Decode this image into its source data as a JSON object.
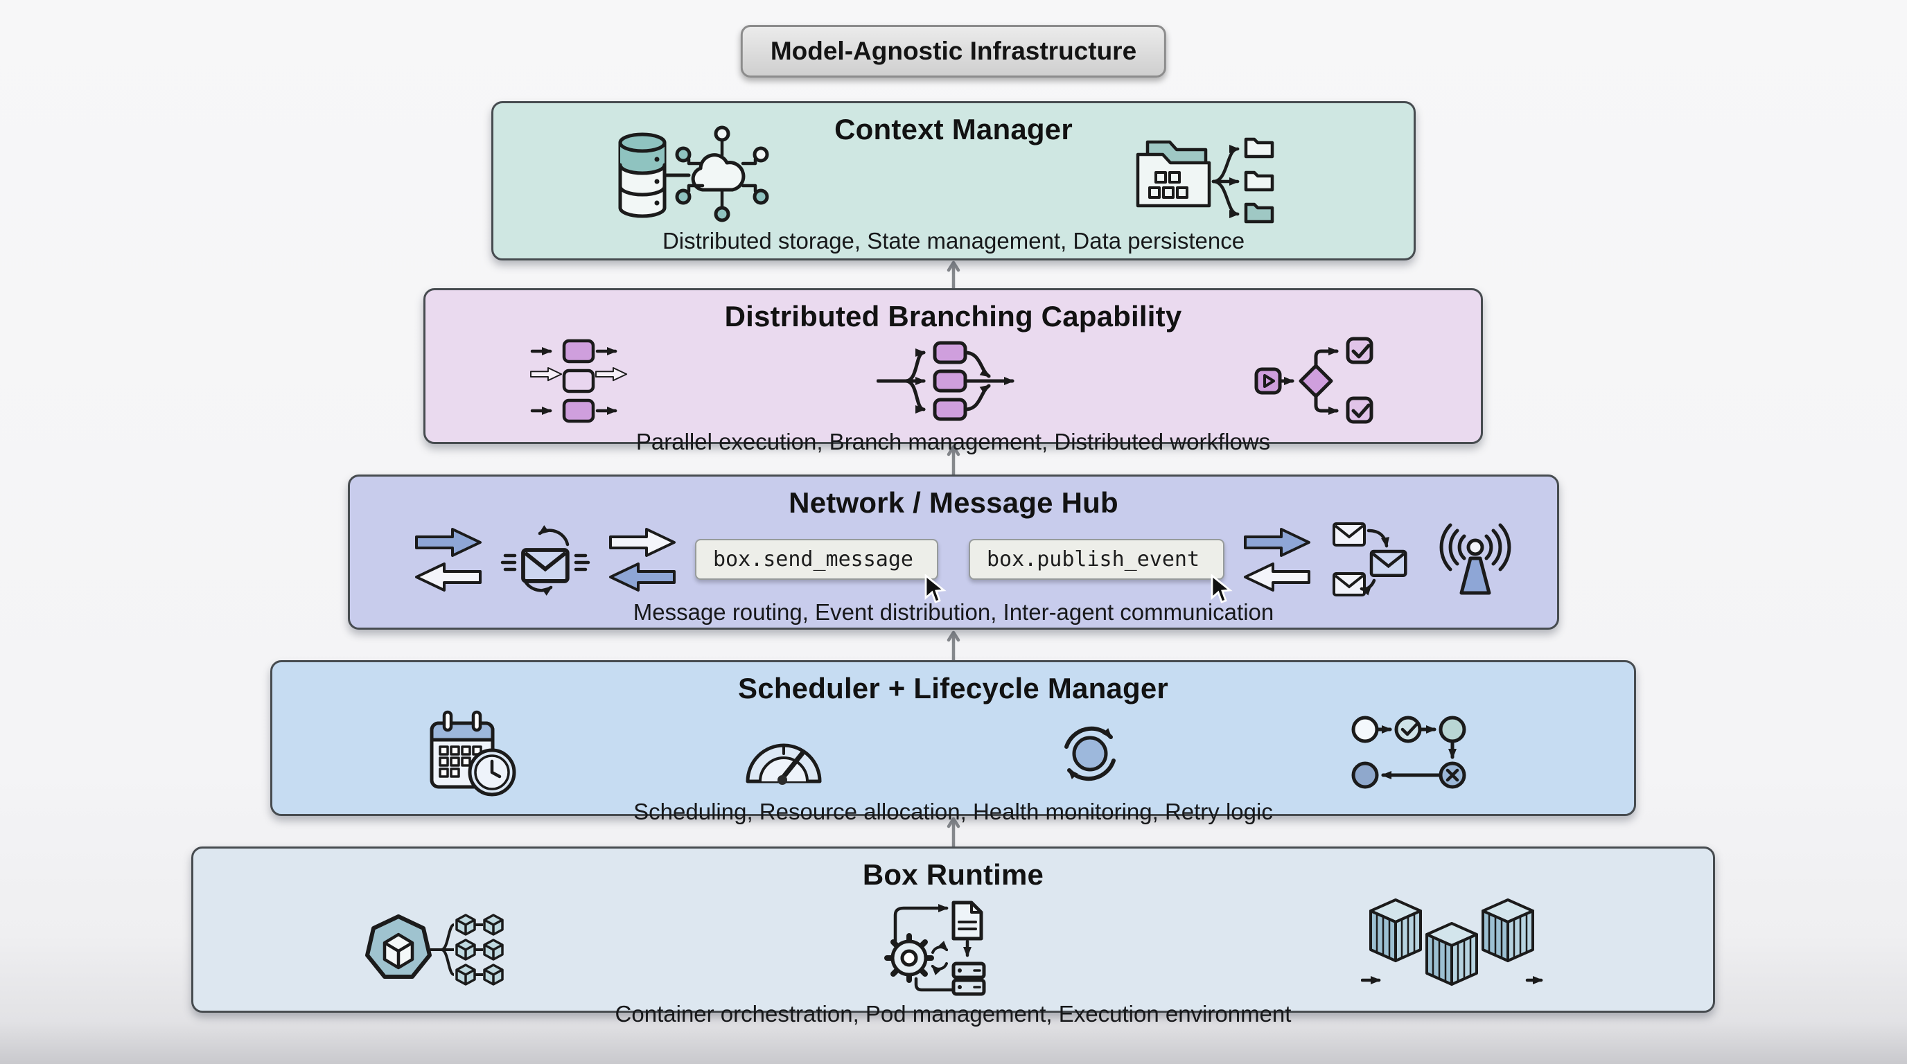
{
  "badge": {
    "label": "Model-Agnostic Infrastructure"
  },
  "colors": {
    "context_manager_bg": "#cfe7e2",
    "branching_bg": "#eadaef",
    "network_bg": "#c8ccec",
    "scheduler_bg": "#c6dcf2",
    "runtime_bg": "#dde7f0",
    "badge_bg": "#d6d6d6",
    "accent_teal": "#8fc3c0",
    "accent_purple": "#cf9fdd",
    "accent_blue": "#8ea6d6",
    "code_badge_bg": "#edeee9"
  },
  "layers": [
    {
      "id": "context-manager",
      "title": "Context Manager",
      "subtitle": "Distributed storage, State management, Data persistence",
      "icons": [
        "database-cloud-network-icon",
        "folder-distribution-icon"
      ]
    },
    {
      "id": "distributed-branching",
      "title": "Distributed Branching Capability",
      "subtitle": "Parallel execution, Branch management, Distributed workflows",
      "icons": [
        "parallel-execution-icon",
        "branch-merge-icon",
        "decision-branch-icon"
      ]
    },
    {
      "id": "network-message-hub",
      "title": "Network / Message Hub",
      "subtitle": "Message routing, Event distribution, Inter-agent communication",
      "code_badges": [
        {
          "label": "box.send_message"
        },
        {
          "label": "box.publish_event"
        }
      ],
      "icons": [
        "swap-arrows-icon",
        "mail-sync-icon",
        "swap-arrows-icon",
        "mail-routing-icon",
        "broadcast-icon"
      ]
    },
    {
      "id": "scheduler-lifecycle",
      "title": "Scheduler + Lifecycle Manager",
      "subtitle": "Scheduling, Resource allocation, Health monitoring, Retry logic",
      "icons": [
        "calendar-clock-icon",
        "gauge-icon",
        "refresh-cycle-icon",
        "state-machine-icon"
      ]
    },
    {
      "id": "box-runtime",
      "title": "Box Runtime",
      "subtitle": "Container orchestration, Pod management, Execution environment",
      "icons": [
        "pod-orchestration-icon",
        "deploy-pipeline-icon",
        "containers-icon"
      ]
    }
  ]
}
